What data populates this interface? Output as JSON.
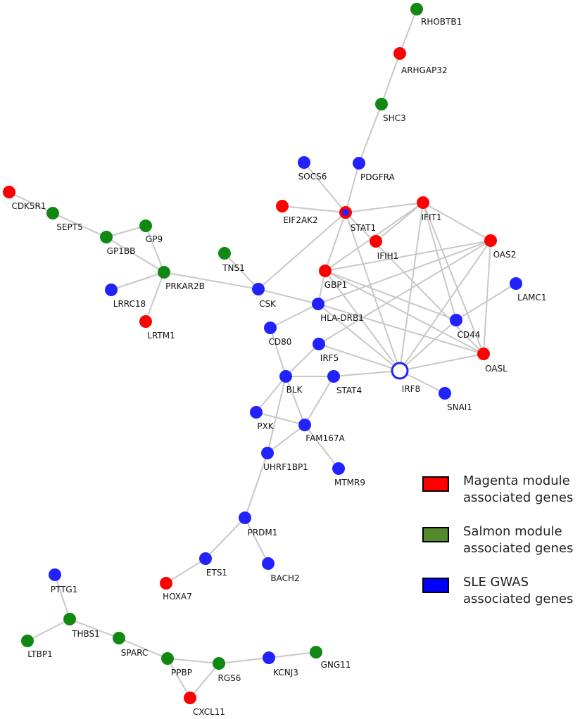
{
  "colors": {
    "magenta": "#ff0000",
    "salmon": "#118811",
    "sle": "#2222ff",
    "edge": "#c8c8c8"
  },
  "nodes": [
    {
      "id": "RHOBTB1",
      "label": "RHOBTB1",
      "group": "salmon"
    },
    {
      "id": "ARHGAP32",
      "label": "ARHGAP32",
      "group": "magenta"
    },
    {
      "id": "SHC3",
      "label": "SHC3",
      "group": "salmon"
    },
    {
      "id": "PDGFRA",
      "label": "PDGFRA",
      "group": "sle"
    },
    {
      "id": "SOCS6",
      "label": "SOCS6",
      "group": "sle"
    },
    {
      "id": "EIF2AK2",
      "label": "EIF2AK2",
      "group": "magenta"
    },
    {
      "id": "STAT1",
      "label": "STAT1",
      "group": "magenta",
      "ring": "sle"
    },
    {
      "id": "IFIT1",
      "label": "IFIT1",
      "group": "magenta"
    },
    {
      "id": "IFIH1",
      "label": "IFIH1",
      "group": "magenta"
    },
    {
      "id": "OAS2",
      "label": "OAS2",
      "group": "magenta"
    },
    {
      "id": "GBP1",
      "label": "GBP1",
      "group": "magenta"
    },
    {
      "id": "LAMC1",
      "label": "LAMC1",
      "group": "sle"
    },
    {
      "id": "HLA-DRB1",
      "label": "HLA-DRB1",
      "group": "sle"
    },
    {
      "id": "CD44",
      "label": "CD44",
      "group": "sle"
    },
    {
      "id": "OASL",
      "label": "OASL",
      "group": "magenta"
    },
    {
      "id": "IRF5",
      "label": "IRF5",
      "group": "sle"
    },
    {
      "id": "IRF8",
      "label": "IRF8",
      "group": "sle",
      "hollow": true
    },
    {
      "id": "SNAI1",
      "label": "SNAI1",
      "group": "sle"
    },
    {
      "id": "STAT4",
      "label": "STAT4",
      "group": "sle"
    },
    {
      "id": "CDK5R1",
      "label": "CDK5R1",
      "group": "magenta"
    },
    {
      "id": "SEPT5",
      "label": "SEPT5",
      "group": "salmon"
    },
    {
      "id": "GP1BB",
      "label": "GP1BB",
      "group": "salmon"
    },
    {
      "id": "GP9",
      "label": "GP9",
      "group": "salmon"
    },
    {
      "id": "TNS1",
      "label": "TNS1",
      "group": "salmon"
    },
    {
      "id": "PRKAR2B",
      "label": "PRKAR2B",
      "group": "salmon"
    },
    {
      "id": "LRRC18",
      "label": "LRRC18",
      "group": "sle"
    },
    {
      "id": "LRTM1",
      "label": "LRTM1",
      "group": "magenta"
    },
    {
      "id": "CSK",
      "label": "CSK",
      "group": "sle"
    },
    {
      "id": "CD80",
      "label": "CD80",
      "group": "sle"
    },
    {
      "id": "BLK",
      "label": "BLK",
      "group": "sle"
    },
    {
      "id": "PXK",
      "label": "PXK",
      "group": "sle"
    },
    {
      "id": "FAM167A",
      "label": "FAM167A",
      "group": "sle"
    },
    {
      "id": "UHRF1BP1",
      "label": "UHRF1BP1",
      "group": "sle"
    },
    {
      "id": "MTMR9",
      "label": "MTMR9",
      "group": "sle"
    },
    {
      "id": "PRDM1",
      "label": "PRDM1",
      "group": "sle"
    },
    {
      "id": "ETS1",
      "label": "ETS1",
      "group": "sle"
    },
    {
      "id": "BACH2",
      "label": "BACH2",
      "group": "sle"
    },
    {
      "id": "HOXA7",
      "label": "HOXA7",
      "group": "magenta"
    },
    {
      "id": "PTTG1",
      "label": "PTTG1",
      "group": "sle"
    },
    {
      "id": "THBS1",
      "label": "THBS1",
      "group": "salmon"
    },
    {
      "id": "LTBP1",
      "label": "LTBP1",
      "group": "salmon"
    },
    {
      "id": "SPARC",
      "label": "SPARC",
      "group": "salmon"
    },
    {
      "id": "PPBP",
      "label": "PPBP",
      "group": "salmon"
    },
    {
      "id": "RGS6",
      "label": "RGS6",
      "group": "salmon"
    },
    {
      "id": "KCNJ3",
      "label": "KCNJ3",
      "group": "sle"
    },
    {
      "id": "GNG11",
      "label": "GNG11",
      "group": "salmon"
    },
    {
      "id": "CXCL11",
      "label": "CXCL11",
      "group": "magenta"
    }
  ],
  "edges": [
    [
      "RHOBTB1",
      "ARHGAP32"
    ],
    [
      "ARHGAP32",
      "SHC3"
    ],
    [
      "SHC3",
      "PDGFRA"
    ],
    [
      "PDGFRA",
      "STAT1"
    ],
    [
      "SOCS6",
      "STAT1"
    ],
    [
      "EIF2AK2",
      "STAT1"
    ],
    [
      "STAT1",
      "IFIT1"
    ],
    [
      "STAT1",
      "CSK"
    ],
    [
      "STAT1",
      "GBP1"
    ],
    [
      "STAT1",
      "IRF8"
    ],
    [
      "STAT1",
      "OASL"
    ],
    [
      "IFIT1",
      "OAS2"
    ],
    [
      "IFIT1",
      "IFIH1"
    ],
    [
      "IFIT1",
      "GBP1"
    ],
    [
      "IFIT1",
      "IRF8"
    ],
    [
      "IFIT1",
      "CD44"
    ],
    [
      "IFIT1",
      "OASL"
    ],
    [
      "OAS2",
      "GBP1"
    ],
    [
      "OAS2",
      "HLA-DRB1"
    ],
    [
      "OAS2",
      "IRF5"
    ],
    [
      "OAS2",
      "IRF8"
    ],
    [
      "OAS2",
      "OASL"
    ],
    [
      "GBP1",
      "IRF8"
    ],
    [
      "GBP1",
      "OASL"
    ],
    [
      "GBP1",
      "CD44"
    ],
    [
      "GBP1",
      "HLA-DRB1"
    ],
    [
      "HLA-DRB1",
      "IRF8"
    ],
    [
      "HLA-DRB1",
      "CD80"
    ],
    [
      "HLA-DRB1",
      "CSK"
    ],
    [
      "HLA-DRB1",
      "OASL"
    ],
    [
      "CD44",
      "LAMC1"
    ],
    [
      "CD44",
      "IRF8"
    ],
    [
      "OASL",
      "IRF8"
    ],
    [
      "IRF5",
      "IRF8"
    ],
    [
      "IRF5",
      "BLK"
    ],
    [
      "IRF8",
      "SNAI1"
    ],
    [
      "STAT4",
      "IRF8"
    ],
    [
      "STAT4",
      "BLK"
    ],
    [
      "STAT4",
      "FAM167A"
    ],
    [
      "CSK",
      "PRKAR2B"
    ],
    [
      "CSK",
      "TNS1"
    ],
    [
      "CD80",
      "BLK"
    ],
    [
      "BLK",
      "PXK"
    ],
    [
      "BLK",
      "FAM167A"
    ],
    [
      "BLK",
      "UHRF1BP1"
    ],
    [
      "PXK",
      "FAM167A"
    ],
    [
      "FAM167A",
      "UHRF1BP1"
    ],
    [
      "FAM167A",
      "MTMR9"
    ],
    [
      "UHRF1BP1",
      "PRDM1"
    ],
    [
      "PRDM1",
      "ETS1"
    ],
    [
      "PRDM1",
      "BACH2"
    ],
    [
      "ETS1",
      "HOXA7"
    ],
    [
      "CDK5R1",
      "SEPT5"
    ],
    [
      "SEPT5",
      "GP1BB"
    ],
    [
      "GP1BB",
      "GP9"
    ],
    [
      "GP1BB",
      "PRKAR2B"
    ],
    [
      "GP9",
      "PRKAR2B"
    ],
    [
      "PRKAR2B",
      "LRRC18"
    ],
    [
      "PRKAR2B",
      "LRTM1"
    ],
    [
      "PTTG1",
      "THBS1"
    ],
    [
      "THBS1",
      "LTBP1"
    ],
    [
      "THBS1",
      "SPARC"
    ],
    [
      "SPARC",
      "PPBP"
    ],
    [
      "PPBP",
      "RGS6"
    ],
    [
      "PPBP",
      "CXCL11"
    ],
    [
      "RGS6",
      "CXCL11"
    ],
    [
      "RGS6",
      "KCNJ3"
    ],
    [
      "KCNJ3",
      "GNG11"
    ]
  ],
  "legend": [
    {
      "line1": "Magenta module",
      "line2": "associated genes",
      "color": "#ff0000"
    },
    {
      "line1": "Salmon module",
      "line2": "associated genes",
      "color": "#558b2f"
    },
    {
      "line1": "SLE GWAS",
      "line2": "associated genes",
      "color": "#0000ff"
    }
  ]
}
